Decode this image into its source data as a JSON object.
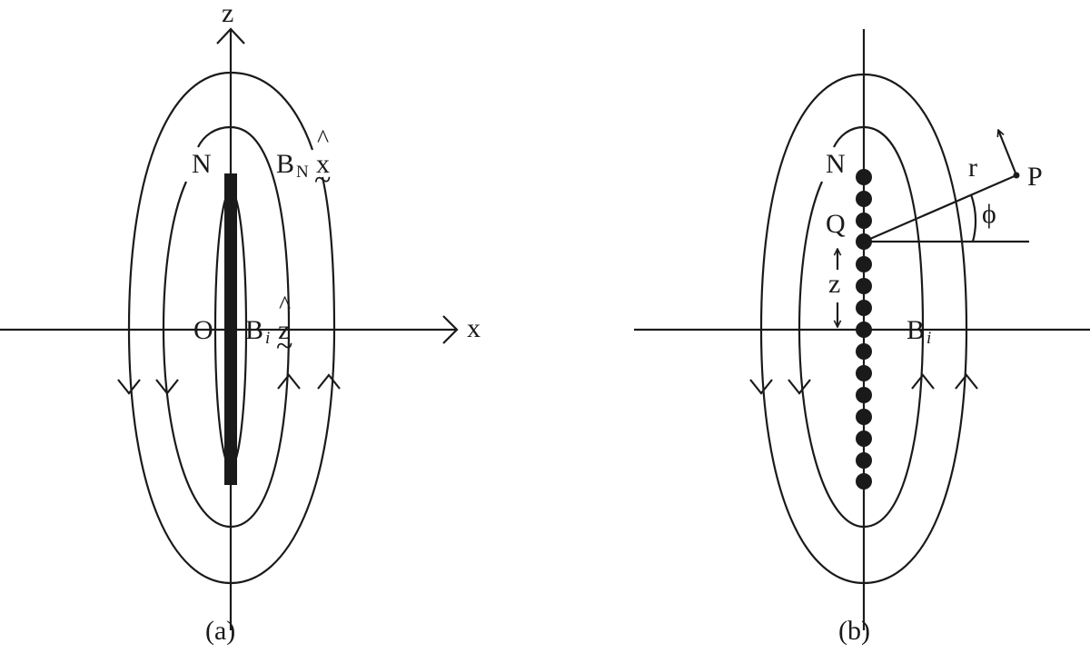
{
  "panel_a": {
    "axis_x_label": "x",
    "axis_z_label": "z",
    "pole_label": "N",
    "origin_label": "O",
    "field_n": {
      "base": "B",
      "subscript": "N",
      "unit_vector": "x",
      "hat": "^",
      "tilde": "~"
    },
    "field_i": {
      "base": "B",
      "subscript": "i",
      "unit_vector": "z",
      "hat": "^",
      "tilde": "~"
    },
    "caption": "(a)"
  },
  "panel_b": {
    "pole_label": "N",
    "point_p_label": "P",
    "point_q_label": "Q",
    "distance_label": "r",
    "angle_label": "ϕ",
    "height_label": "z",
    "field_i": {
      "base": "B",
      "subscript": "i"
    },
    "caption": "(b)"
  },
  "colors": {
    "ink": "#1a1a1a",
    "background": "#ffffff"
  }
}
